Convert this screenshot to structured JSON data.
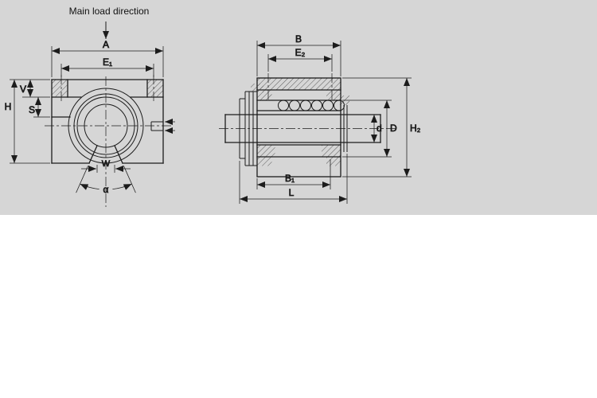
{
  "colors": {
    "paper_gray": "#d6d6d6",
    "ink": "#1c1c1c",
    "page_white": "#ffffff"
  },
  "annotations": {
    "main_load_direction": "Main load direction"
  },
  "front_view": {
    "dim_labels": {
      "A": "A",
      "E1": "E₁",
      "H": "H",
      "V": "V",
      "S": "S",
      "W": "W",
      "alpha": "α"
    }
  },
  "side_view": {
    "dim_labels": {
      "B": "B",
      "E2": "E₂",
      "d": "d",
      "D": "D",
      "H2": "H₂",
      "B1": "B₁",
      "L": "L"
    }
  }
}
